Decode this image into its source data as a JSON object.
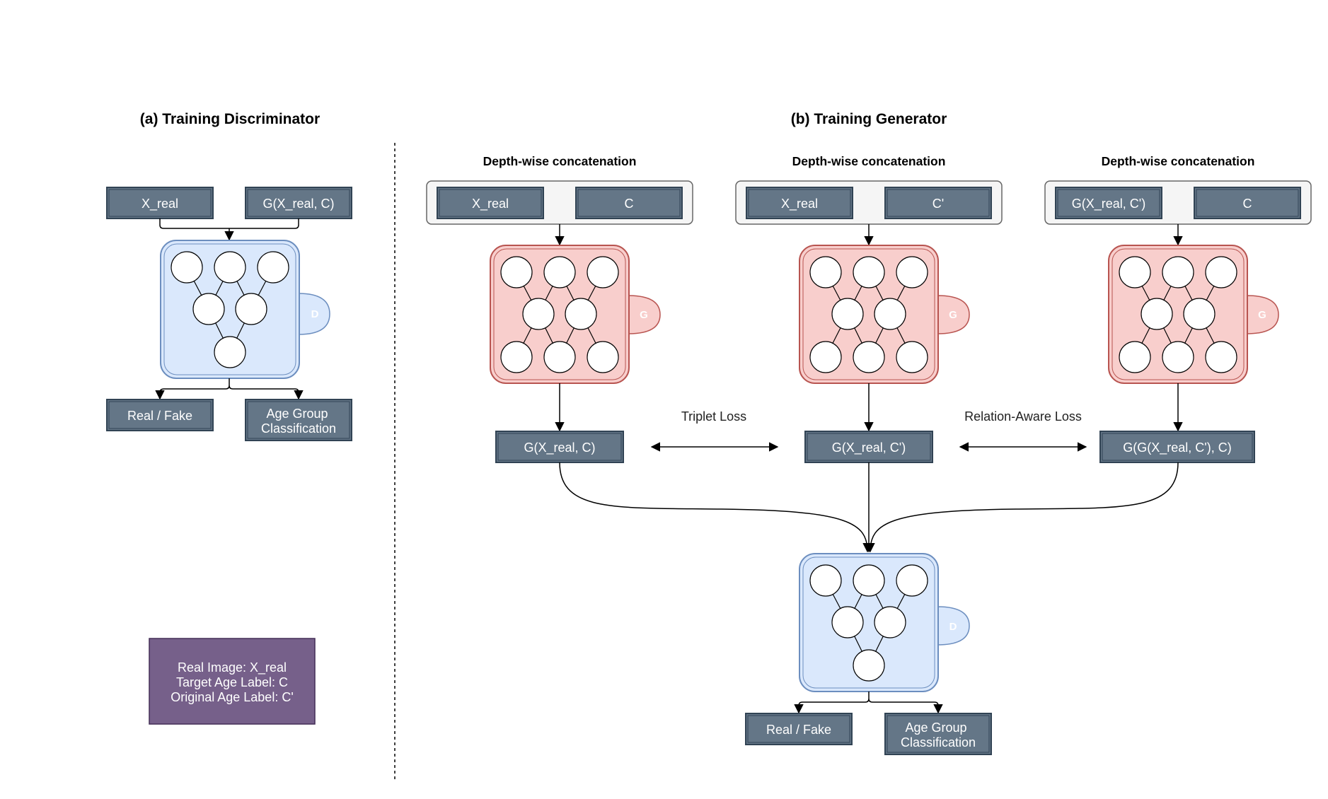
{
  "titles": {
    "discriminator": "(a) Training Discriminator",
    "generator": "(b) Training Generator"
  },
  "concat_label": "Depth-wise  concatenation",
  "disc_section": {
    "input_left": "X_real",
    "input_right": "G(X_real, C)",
    "net_tag": "D",
    "output_left": "Real / Fake",
    "output_right_line1": "Age Group",
    "output_right_line2": "Classification"
  },
  "legend": {
    "line1": "Real Image: X_real",
    "line2": "Target Age Label: C",
    "line3": "Original Age Label: C'"
  },
  "gen_section": {
    "branch1": {
      "in_left": "X_real",
      "in_right": "C",
      "net_tag": "G",
      "output": "G(X_real, C)"
    },
    "branch2": {
      "in_left": "X_real",
      "in_right": "C'",
      "net_tag": "G",
      "output": "G(X_real, C')"
    },
    "branch3": {
      "in_left": "G(X_real, C')",
      "in_right": "C",
      "net_tag": "G",
      "output": "G(G(X_real, C'), C)"
    },
    "triplet_loss": "Triplet Loss",
    "relation_loss": "Relation-Aware Loss",
    "disc": {
      "net_tag": "D",
      "output_left": "Real / Fake",
      "output_right_line1": "Age Group",
      "output_right_line2": "Classification"
    }
  },
  "colors": {
    "box_fill": "#647687",
    "box_border": "#314354",
    "disc_fill": "#dae8fc",
    "disc_border": "#6c8ebf",
    "gen_fill": "#f8cecc",
    "gen_border": "#b85450",
    "legend_fill": "#76608a",
    "legend_border": "#432d57",
    "concat_fill": "#f5f5f5",
    "concat_border": "#666666"
  }
}
